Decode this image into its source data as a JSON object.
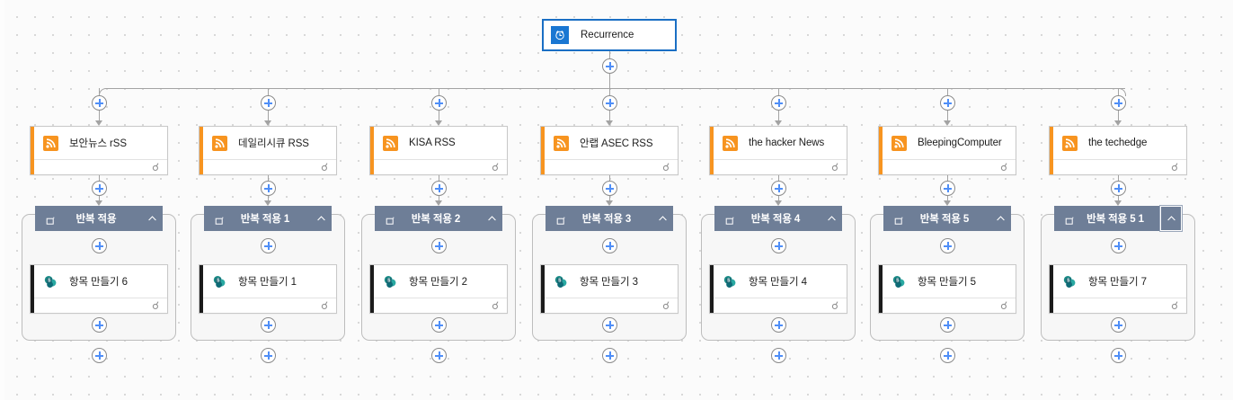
{
  "app": {
    "kind": "power-automate-flow-designer",
    "colors": {
      "canvas_bg": "#fbfbfb",
      "grid_dot": "#d2d2d2",
      "connector": "#a3a3a3",
      "plus_accent": "#4f8ef7",
      "rss_accent": "#f79420",
      "sharepoint_accent": "#1b1b1b",
      "scope_header": "#6e7e97",
      "trigger_border": "#1a6fc4",
      "trigger_icon_bg": "#1a77d2"
    }
  },
  "trigger": {
    "label": "Recurrence",
    "icon": "clock-icon"
  },
  "branches": [
    {
      "rss": {
        "label": "보안뉴스 rSS",
        "icon": "rss-icon",
        "link_icon": "link-icon"
      },
      "scope": {
        "label": "반복 적용",
        "icon": "loop-icon",
        "chevron": "chevron-up-icon",
        "focused": false
      },
      "action": {
        "label": "항목 만들기 6",
        "icon": "sharepoint-icon",
        "link_icon": "link-icon"
      }
    },
    {
      "rss": {
        "label": "데일리시큐 RSS",
        "icon": "rss-icon",
        "link_icon": "link-icon"
      },
      "scope": {
        "label": "반복 적용 1",
        "icon": "loop-icon",
        "chevron": "chevron-up-icon",
        "focused": false
      },
      "action": {
        "label": "항목 만들기 1",
        "icon": "sharepoint-icon",
        "link_icon": "link-icon"
      }
    },
    {
      "rss": {
        "label": "KISA RSS",
        "icon": "rss-icon",
        "link_icon": "link-icon"
      },
      "scope": {
        "label": "반복 적용 2",
        "icon": "loop-icon",
        "chevron": "chevron-up-icon",
        "focused": false
      },
      "action": {
        "label": "항목 만들기 2",
        "icon": "sharepoint-icon",
        "link_icon": "link-icon"
      }
    },
    {
      "rss": {
        "label": "안랩 ASEC RSS",
        "icon": "rss-icon",
        "link_icon": "link-icon"
      },
      "scope": {
        "label": "반복 적용 3",
        "icon": "loop-icon",
        "chevron": "chevron-up-icon",
        "focused": false
      },
      "action": {
        "label": "항목 만들기 3",
        "icon": "sharepoint-icon",
        "link_icon": "link-icon"
      }
    },
    {
      "rss": {
        "label": "the hacker News",
        "icon": "rss-icon",
        "link_icon": "link-icon"
      },
      "scope": {
        "label": "반복 적용 4",
        "icon": "loop-icon",
        "chevron": "chevron-up-icon",
        "focused": false
      },
      "action": {
        "label": "항목 만들기 4",
        "icon": "sharepoint-icon",
        "link_icon": "link-icon"
      }
    },
    {
      "rss": {
        "label": "BleepingComputer",
        "icon": "rss-icon",
        "link_icon": "link-icon"
      },
      "scope": {
        "label": "반복 적용 5",
        "icon": "loop-icon",
        "chevron": "chevron-up-icon",
        "focused": false
      },
      "action": {
        "label": "항목 만들기 5",
        "icon": "sharepoint-icon",
        "link_icon": "link-icon"
      }
    },
    {
      "rss": {
        "label": "the techedge",
        "icon": "rss-icon",
        "link_icon": "link-icon"
      },
      "scope": {
        "label": "반복 적용 5 1",
        "icon": "loop-icon",
        "chevron": "chevron-up-icon",
        "focused": true
      },
      "action": {
        "label": "항목 만들기 7",
        "icon": "sharepoint-icon",
        "link_icon": "link-icon"
      }
    }
  ],
  "add_buttons": {
    "label": "+",
    "name": "insert-step-button"
  }
}
